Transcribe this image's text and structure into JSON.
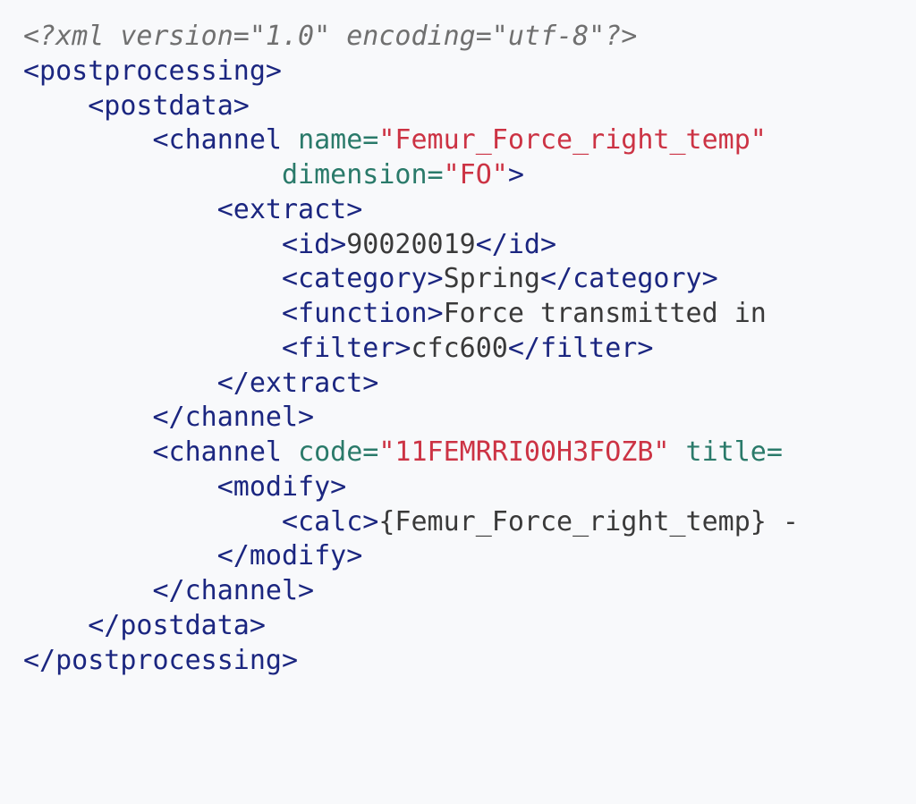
{
  "xml_declaration": "<?xml version=\"1.0\" encoding=\"utf-8\"?>",
  "lines": {
    "l1": {
      "tag": "<postprocessing>"
    },
    "l2": {
      "tag": "<postdata>"
    },
    "l3": {
      "tag_open": "<channel",
      "attr1": "name=",
      "val1": "\"Femur_Force_right_temp\""
    },
    "l4": {
      "attr": "dimension=",
      "val": "\"FO\"",
      "tag_close": ">"
    },
    "l5": {
      "tag": "<extract>"
    },
    "l6": {
      "open": "<id>",
      "text": "90020019",
      "close": "</id>"
    },
    "l7": {
      "open": "<category>",
      "text": "Spring",
      "close": "</category>"
    },
    "l8": {
      "open": "<function>",
      "text": "Force transmitted in"
    },
    "l9": {
      "open": "<filter>",
      "text": "cfc600",
      "close": "</filter>"
    },
    "l10": {
      "tag": "</extract>"
    },
    "l11": {
      "tag": "</channel>"
    },
    "l12": {
      "tag_open": "<channel",
      "attr1": "code=",
      "val1": "\"11FEMRRI00H3FOZB\"",
      "attr2": "title="
    },
    "l13": {
      "tag": "<modify>"
    },
    "l14": {
      "open": "<calc>",
      "text": "{Femur_Force_right_temp} -"
    },
    "l15": {
      "tag": "</modify>"
    },
    "l16": {
      "tag": "</channel>"
    },
    "l17": {
      "tag": "</postdata>"
    },
    "l18": {
      "tag": "</postprocessing>"
    }
  }
}
